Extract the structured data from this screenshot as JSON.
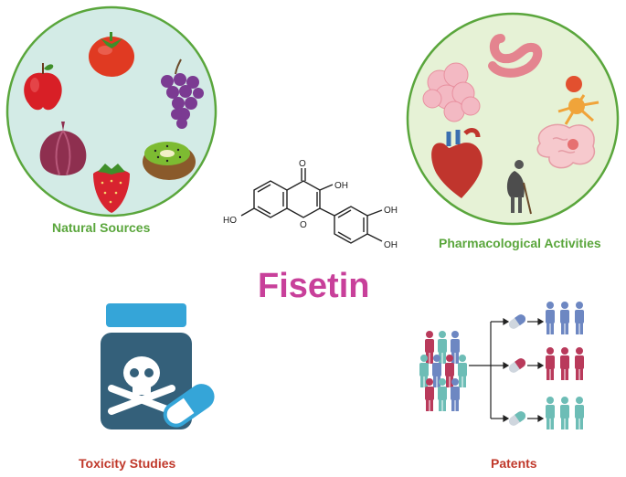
{
  "title": "Fisetin",
  "sections": {
    "natural_sources": {
      "label": "Natural Sources",
      "color": "#5aa63c"
    },
    "pharmacological": {
      "label": "Pharmacological Activities",
      "color": "#5aa63c"
    },
    "toxicity": {
      "label": "Toxicity Studies",
      "color": "#c0392b"
    },
    "patents": {
      "label": "Patents",
      "color": "#c0392b"
    }
  },
  "structure_labels": {
    "oxo": "O",
    "oh3": "OH",
    "oh7": "HO",
    "oh3p": "OH",
    "oh4p": "OH"
  },
  "colors": {
    "title": "#c8409a",
    "circle_fill": "#d3ebe6",
    "circle_fill_right": "#e6f2d6",
    "circle_stroke": "#5aa63c",
    "bottle": "#34607a",
    "bottle_cap": "#35a5d8"
  }
}
